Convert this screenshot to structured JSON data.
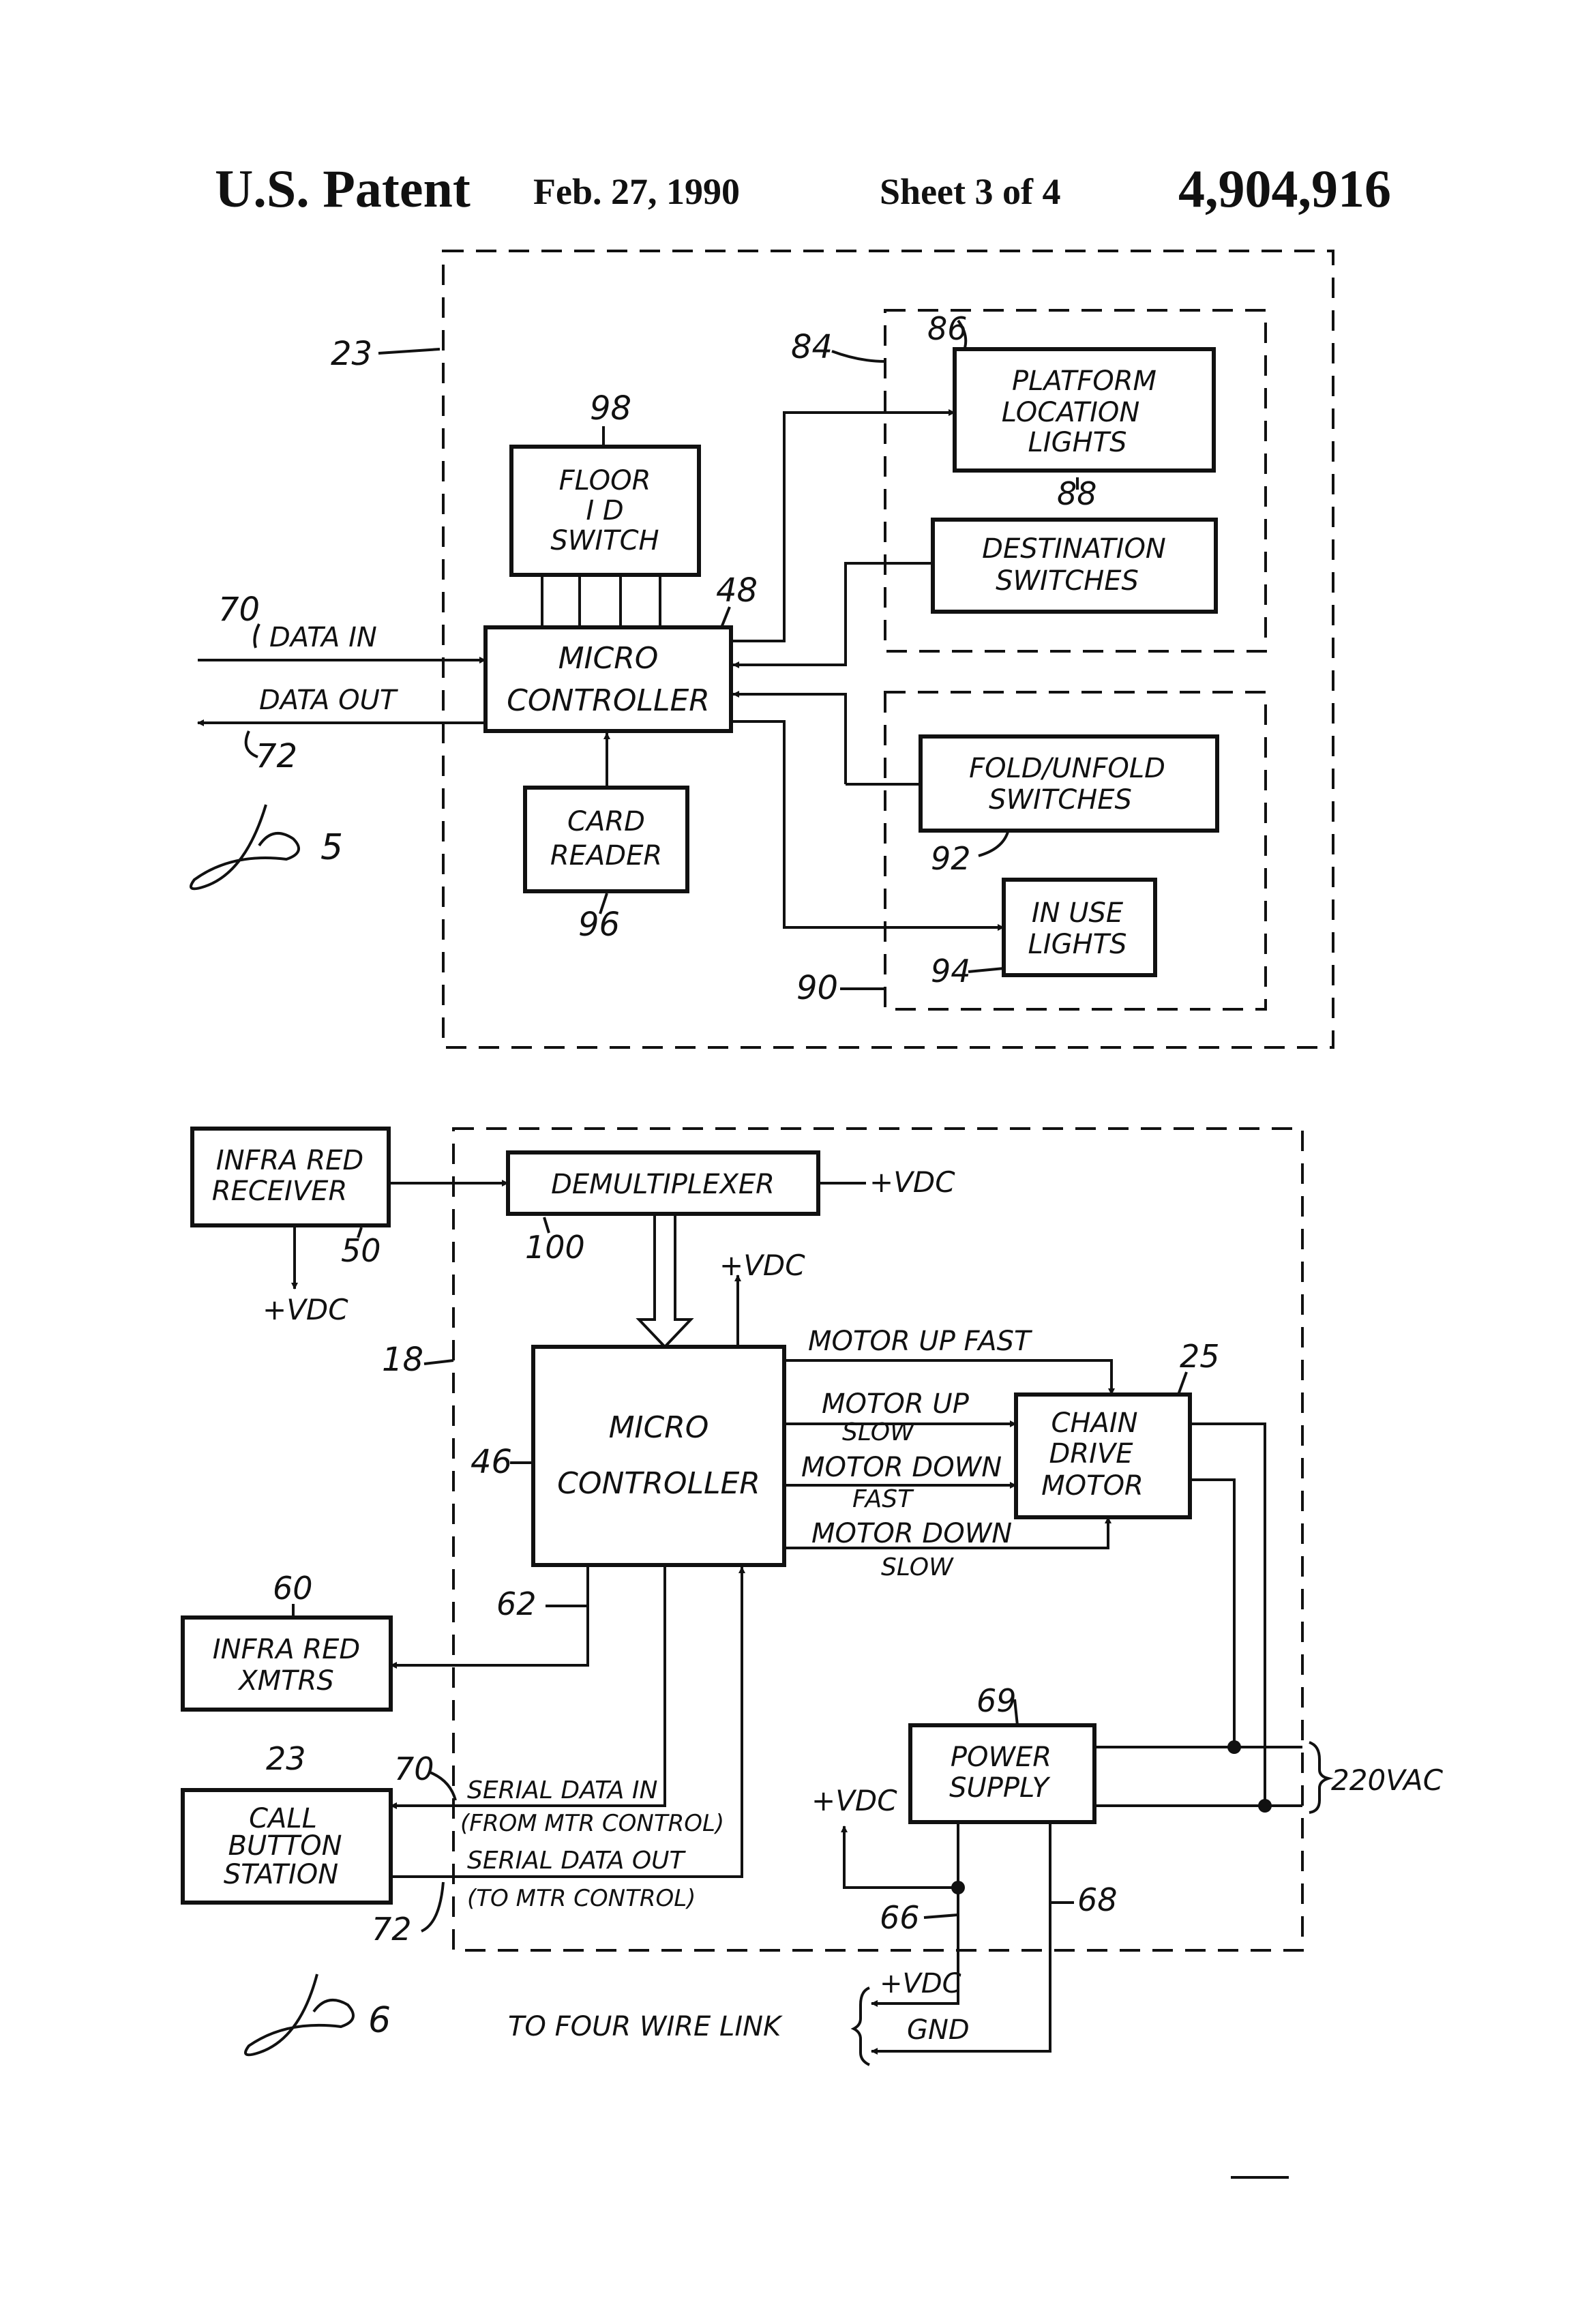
{
  "header": {
    "patent": "U.S. Patent",
    "date": "Feb. 27, 1990",
    "sheet": "Sheet 3 of 4",
    "number": "4,904,916"
  },
  "fig5": {
    "figure_label": "5",
    "enclosure_ref": "23",
    "floor_switch": {
      "ref": "98",
      "lines": [
        "FLOOR",
        "I D",
        "SWITCH"
      ]
    },
    "micro": {
      "ref": "48",
      "lines": [
        "MICRO",
        "CONTROLLER"
      ]
    },
    "card_reader": {
      "ref": "96",
      "lines": [
        "CARD",
        "READER"
      ]
    },
    "group_top_ref": "84",
    "platform_lights": {
      "ref": "86",
      "lines": [
        "PLATFORM",
        "LOCATION",
        "LIGHTS"
      ]
    },
    "destination": {
      "ref": "88",
      "lines": [
        "DESTINATION",
        "SWITCHES"
      ]
    },
    "group_bottom_ref": "90",
    "fold_unfold": {
      "ref": "92",
      "lines": [
        "FOLD/UNFOLD",
        "SWITCHES"
      ]
    },
    "inuse": {
      "ref": "94",
      "lines": [
        "IN USE",
        "LIGHTS"
      ]
    },
    "data_in": {
      "label": "DATA IN",
      "ref": "70"
    },
    "data_out": {
      "label": "DATA OUT",
      "ref": "72"
    }
  },
  "fig6": {
    "figure_label": "6",
    "enclosure_ref": "18",
    "ir_receiver": {
      "ref": "50",
      "lines": [
        "INFRA RED",
        "RECEIVER"
      ]
    },
    "demux": {
      "ref": "100",
      "label": "DEMULTIPLEXER"
    },
    "vdc": "+VDC",
    "micro": {
      "ref": "46",
      "lines": [
        "MICRO",
        "CONTROLLER"
      ]
    },
    "chain_motor": {
      "ref": "25",
      "lines": [
        "CHAIN",
        "DRIVE",
        "MOTOR"
      ]
    },
    "signals": [
      "MOTOR UP FAST",
      "MOTOR UP",
      "SLOW",
      "MOTOR DOWN",
      "FAST",
      "MOTOR DOWN",
      "SLOW"
    ],
    "ir_xmtrs": {
      "ref": "60",
      "lines": [
        "INFRA RED",
        "XMTRS"
      ]
    },
    "ir_line_ref": "62",
    "power_supply": {
      "ref": "69",
      "lines": [
        "POWER",
        "SUPPLY"
      ]
    },
    "ac": "220VAC",
    "call_button": {
      "ref": "23",
      "lines": [
        "CALL",
        "BUTTON",
        "STATION"
      ]
    },
    "serial_in": [
      "SERIAL DATA IN",
      "(FROM MTR CONTROL)"
    ],
    "serial_out": [
      "SERIAL DATA OUT",
      "(TO MTR CONTROL)"
    ],
    "serial_in_ref": "70",
    "serial_out_ref": "72",
    "ref_66": "66",
    "ref_68": "68",
    "gnd": "GND",
    "four_wire": "TO FOUR WIRE LINK"
  }
}
